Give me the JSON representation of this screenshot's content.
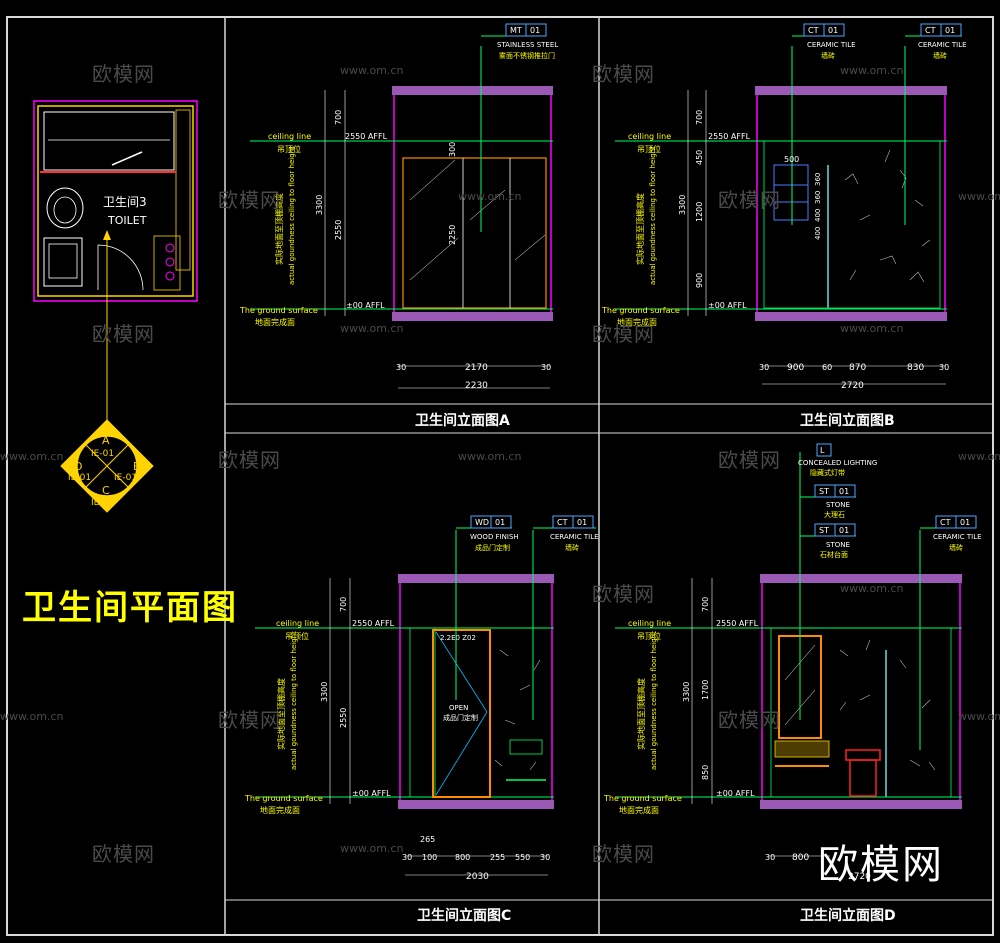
{
  "plan": {
    "title": "卫生间平面图",
    "room_name": "卫生间3",
    "room_name_en": "TOILET",
    "symbol": {
      "a": "A",
      "b": "B",
      "c": "C",
      "d": "D",
      "code": "IE-01"
    }
  },
  "watermark": {
    "cn": "欧模网",
    "url": "www.om.cn"
  },
  "brand": "欧模网",
  "common": {
    "ceiling_line": "ceiling line",
    "ceiling_cn": "吊顶位",
    "ground_surface": "The ground surface",
    "ground_cn": "地面完成面",
    "height_cn": "实际地面至顶棚高度",
    "height_en": "actual goundness ceiling to floor height",
    "affl_top": "2550 AFFL",
    "affl_bottom": "±00 AFFL"
  },
  "elevations": {
    "a": {
      "title": "卫生间立面图A",
      "tag": {
        "code": "MT",
        "num": "01",
        "en": "STAINLESS STEEL",
        "cn": "雾面不锈钢推拉门"
      },
      "vdims": [
        "700",
        "3300",
        "2550",
        "300",
        "2250"
      ],
      "hdims": [
        "30",
        "2170",
        "30",
        "2230"
      ]
    },
    "b": {
      "title": "卫生间立面图B",
      "tag1": {
        "code": "CT",
        "num": "01",
        "en": "CERAMIC TILE",
        "cn": "墙砖"
      },
      "tag2": {
        "code": "CT",
        "num": "01",
        "en": "CERAMIC TILE",
        "cn": "墙砖"
      },
      "vdims": [
        "700",
        "3300",
        "450",
        "1200",
        "900"
      ],
      "inner": [
        "500",
        "400",
        "400",
        "360",
        "360"
      ],
      "hdims": [
        "30",
        "900",
        "60",
        "870",
        "830",
        "30",
        "2720"
      ]
    },
    "c": {
      "title": "卫生间立面图C",
      "tag1": {
        "code": "WD",
        "num": "01",
        "en": "WOOD FINISH",
        "cn": "成品门定制"
      },
      "tag2": {
        "code": "CT",
        "num": "01",
        "en": "CERAMIC TILE",
        "cn": "墙砖"
      },
      "door_text": "OPEN",
      "door_cn": "成品门定制",
      "door_dim": "2.2E0 Z02",
      "vdims": [
        "700",
        "3300",
        "2550"
      ],
      "hdims": [
        "265",
        "30",
        "100",
        "800",
        "255",
        "550",
        "30",
        "2030"
      ]
    },
    "d": {
      "title": "卫生间立面图D",
      "tag_l": {
        "code": "L",
        "en": "CONCEALED LIGHTING",
        "cn": "隐藏式灯带"
      },
      "tag_st1": {
        "code": "ST",
        "num": "01",
        "en": "STONE",
        "cn": "大理石"
      },
      "tag_st2": {
        "code": "ST",
        "num": "01",
        "en": "STONE",
        "cn": "石材台面"
      },
      "tag_ct": {
        "code": "CT",
        "num": "01",
        "en": "CERAMIC TILE",
        "cn": "墙砖"
      },
      "vdims": [
        "700",
        "3300",
        "1700",
        "850"
      ],
      "hdims": [
        "30",
        "800",
        "2720"
      ]
    }
  }
}
